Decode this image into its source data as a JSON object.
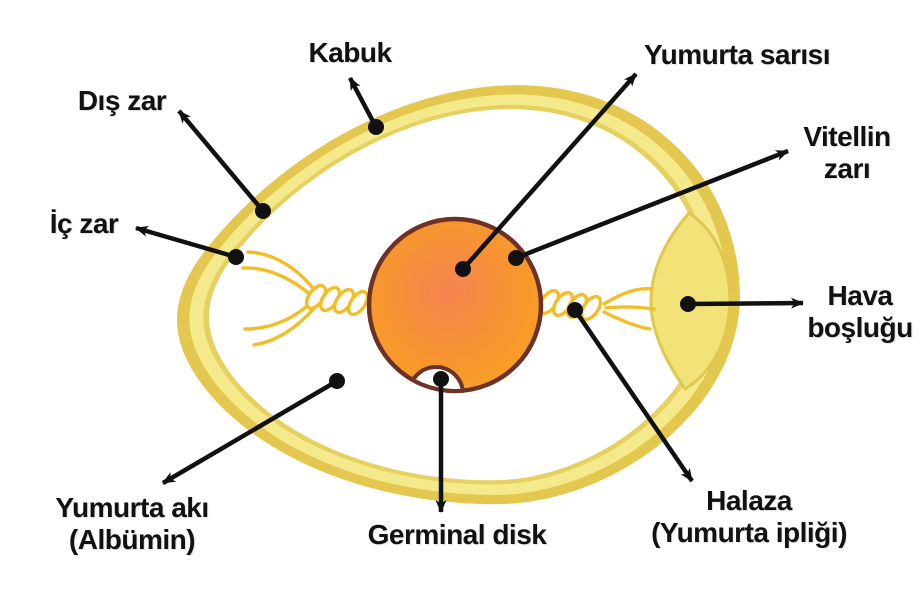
{
  "diagram_title": "Yumurta anatomisi (egg anatomy) labeled diagram",
  "labels": {
    "kabuk": {
      "text": "Kabuk"
    },
    "dis_zar": {
      "text": "Dış zar"
    },
    "ic_zar": {
      "text": "İç zar"
    },
    "yumurta_sarisi": {
      "text": "Yumurta sarısı"
    },
    "vitellin_zari": {
      "line1": "Vitellin",
      "line2": "zarı"
    },
    "hava_boslugu": {
      "line1": "Hava",
      "line2": "boşluğu"
    },
    "halaza": {
      "line1": "Halaza",
      "line2": "(Yumurta ipliği)"
    },
    "germinal_disk": {
      "text": "Germinal disk"
    },
    "yumurta_aki": {
      "line1": "Yumurta akı",
      "line2": "(Albümin)"
    }
  },
  "colors": {
    "background": "#FFFFFF",
    "shell": "#E3C74F",
    "shell_light": "#F4EA8C",
    "membrane_edge": "#E6D05F",
    "albumen": "#FFFFFF",
    "air_cell": "#F1E378",
    "air_cell_line": "#E0C74E",
    "chalaza": "#F3BE25",
    "yolk_outline": "#6E3126",
    "yolk_center": "#F58350",
    "yolk_mid": "#F79431",
    "yolk_edge": "#F9A51F",
    "germinal_fill": "#FFFFFF",
    "leader": "#111111",
    "label_text": "#111111"
  }
}
